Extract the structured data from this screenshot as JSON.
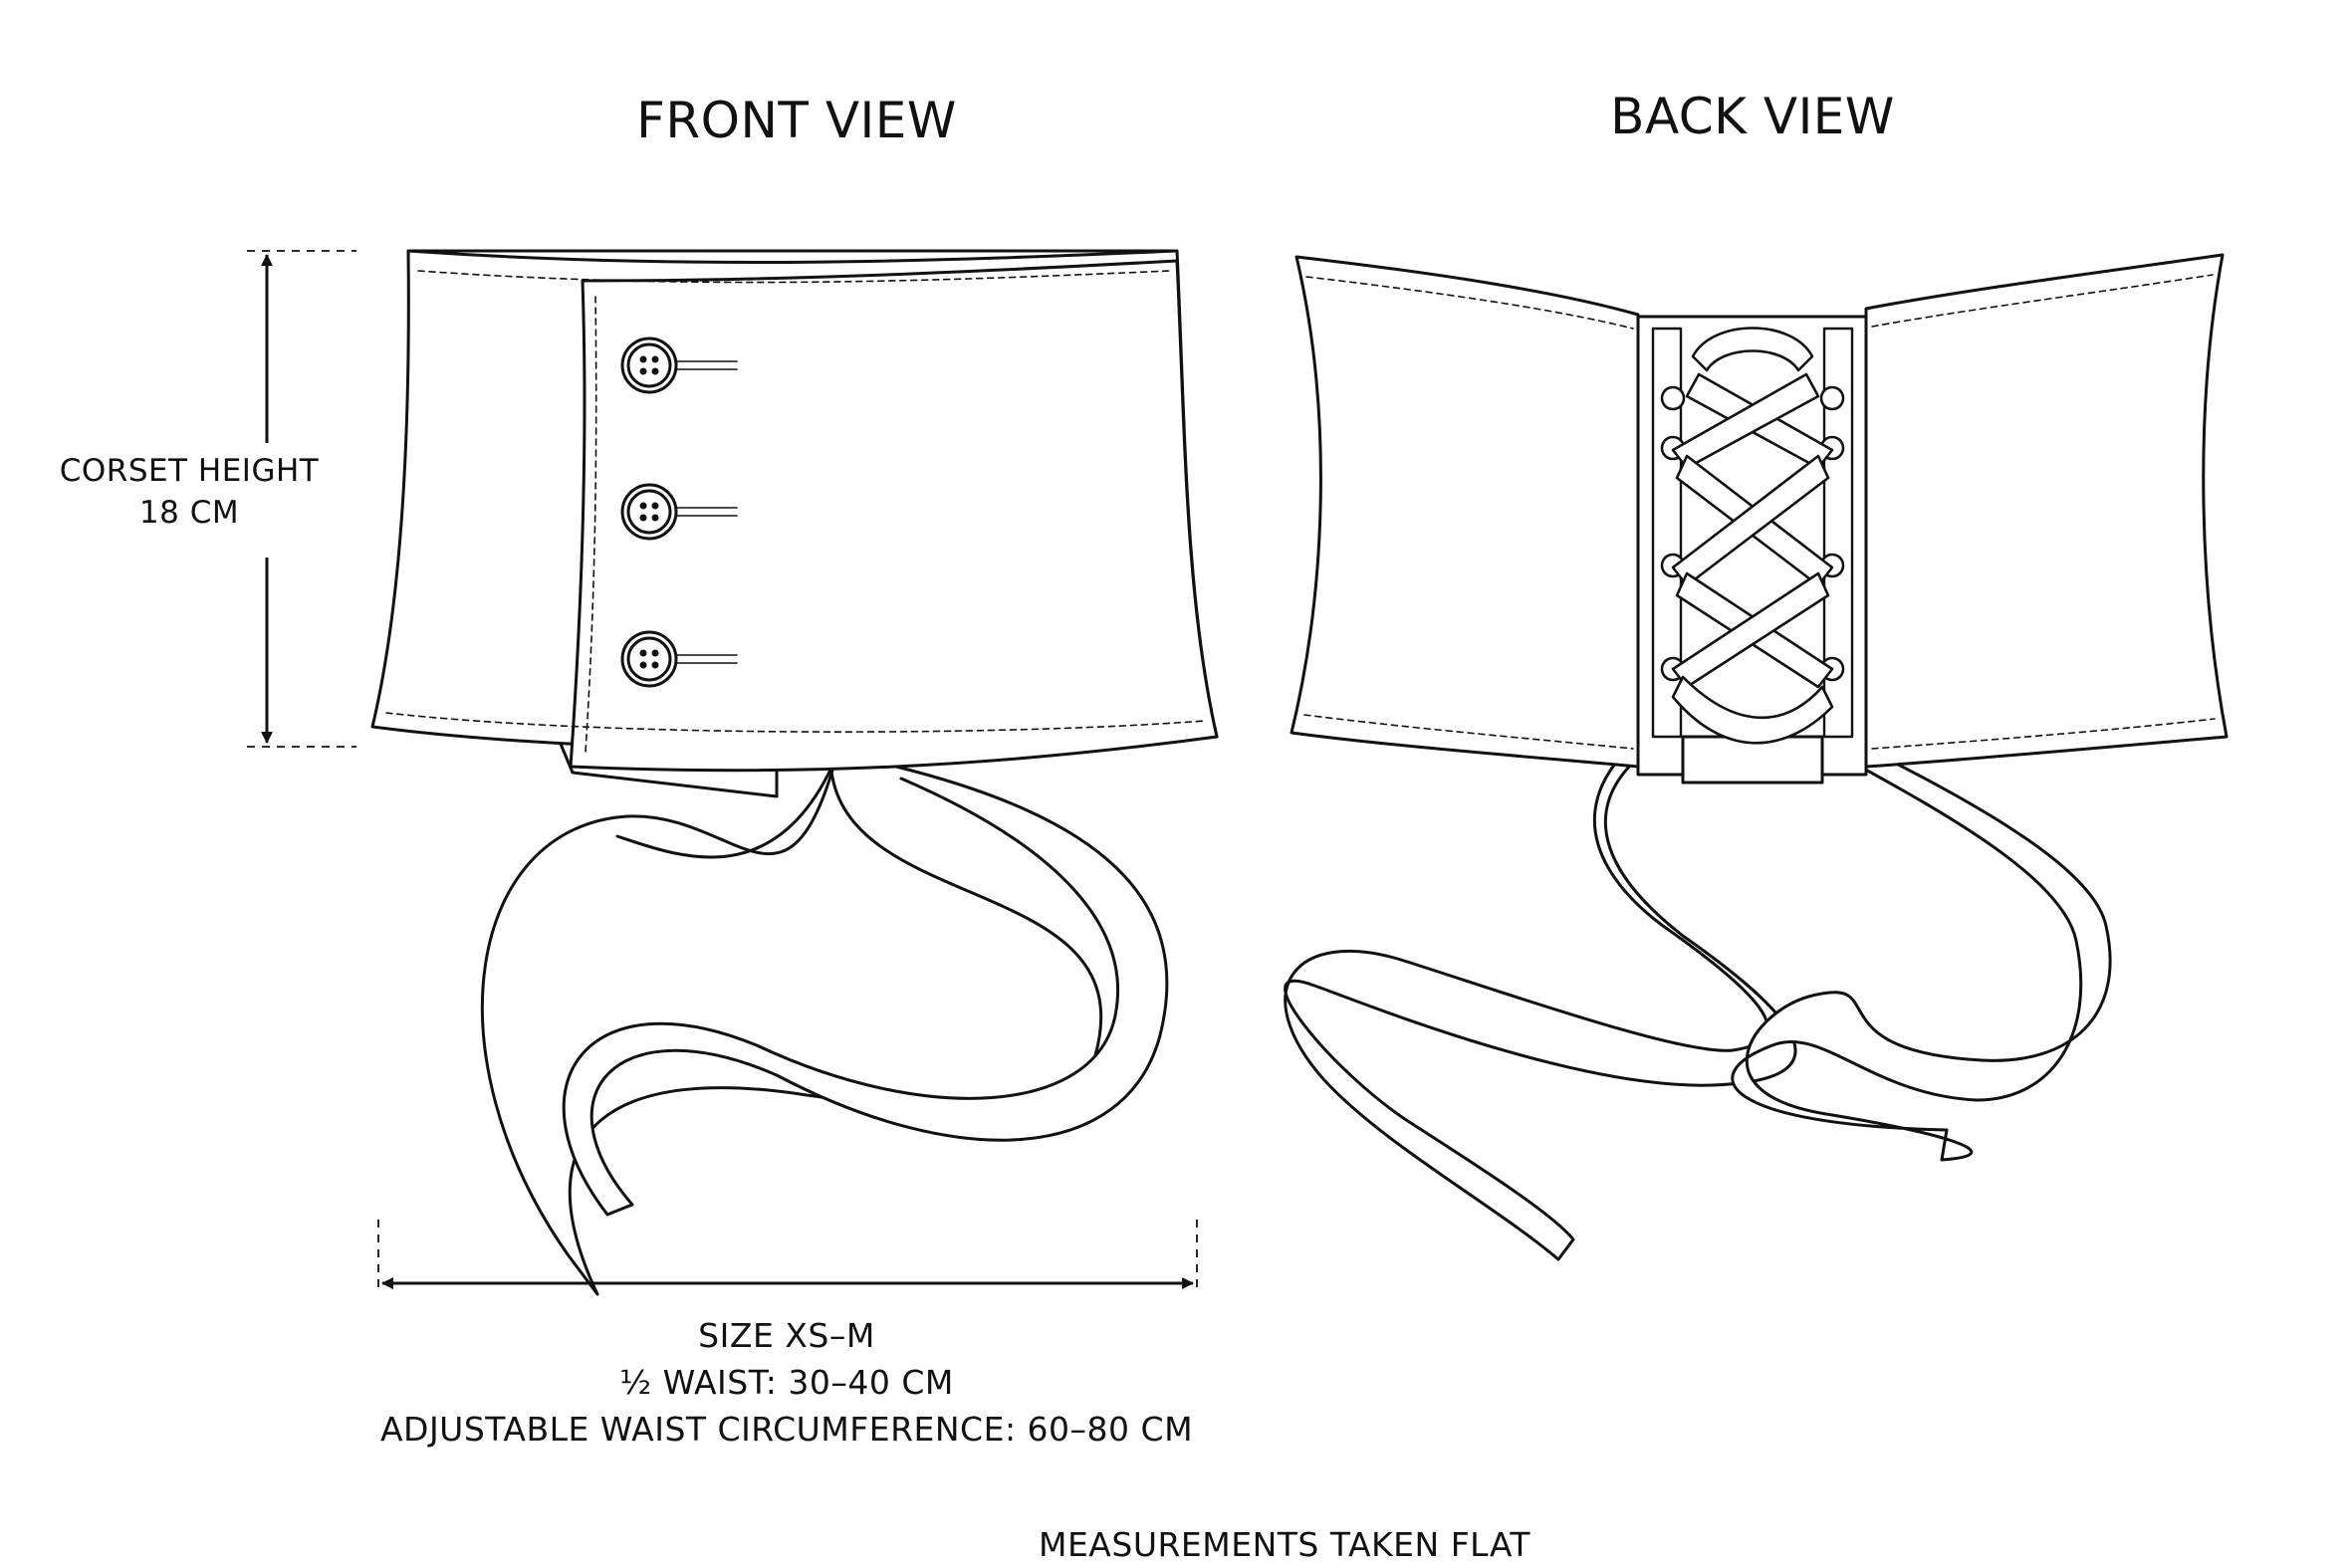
{
  "front_view": {
    "title": "FRONT VIEW"
  },
  "back_view": {
    "title": "BACK VIEW"
  },
  "height_dimension": {
    "line1": "CORSET HEIGHT",
    "line2": "18 CM"
  },
  "width_dimension": {
    "line1": "SIZE XS–M",
    "line2": "½ WAIST: 30–40 CM",
    "line3": "ADJUSTABLE WAIST CIRCUMFERENCE: 60–80 CM"
  },
  "footer": {
    "note": "MEASUREMENTS TAKEN FLAT"
  },
  "colors": {
    "line": "#111111",
    "background": "#ffffff",
    "fill": "#ffffff"
  }
}
